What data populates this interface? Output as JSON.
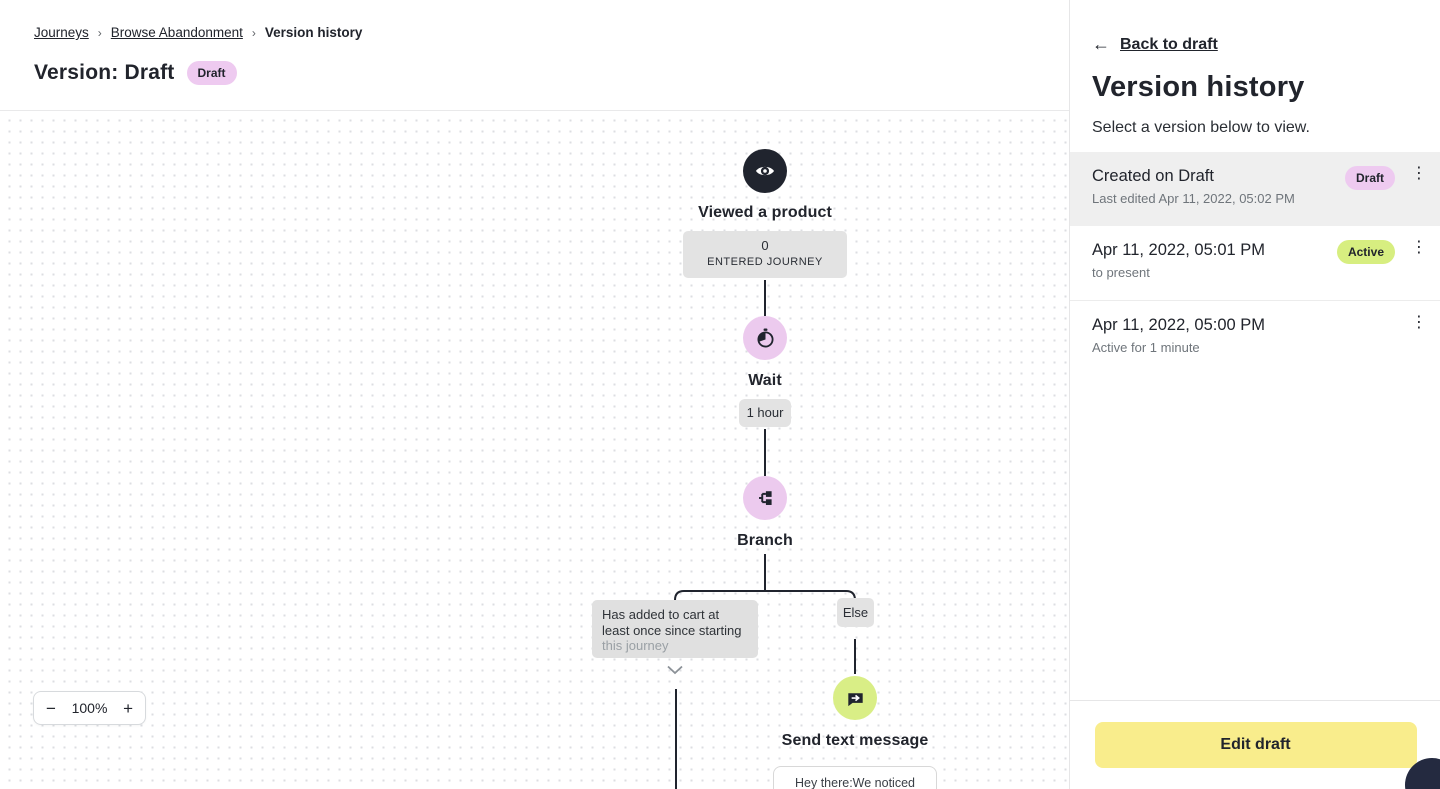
{
  "colors": {
    "accent_pink": "#eecaf0",
    "accent_lime": "#d9ee86",
    "button_yellow": "#f9ed8c",
    "node_dark": "#20242e",
    "gray_box": "#e3e3e3",
    "selected_row": "#efefef"
  },
  "breadcrumb": {
    "journeys": "Journeys",
    "flow": "Browse Abandonment",
    "current": "Version history",
    "separator": "›"
  },
  "header": {
    "title": "Version: Draft",
    "badge": "Draft"
  },
  "canvas": {
    "zoom_control": {
      "minus": "−",
      "level": "100%",
      "plus": "+"
    },
    "trigger_node": {
      "title": "Viewed a product",
      "stat_value": "0",
      "stat_label": "ENTERED JOURNEY",
      "icon": "eye-icon"
    },
    "wait_node": {
      "title": "Wait",
      "detail": "1 hour",
      "icon": "stopwatch-icon"
    },
    "branch_node": {
      "title": "Branch",
      "icon": "branch-icon",
      "condition_line1": "Has added to cart at",
      "condition_line2": "least once since starting",
      "condition_line3": "this journey",
      "else_label": "Else"
    },
    "sms_node": {
      "title": "Send text message",
      "icon": "message-icon",
      "preview": "Hey there:We noticed"
    }
  },
  "panel": {
    "back_arrow": "←",
    "back_link": "Back to draft",
    "title": "Version history",
    "subtitle": "Select a version below to view.",
    "kebab": "⋮",
    "versions": [
      {
        "title": "Created on Draft",
        "subtitle": "Last edited Apr 11, 2022, 05:02 PM",
        "badge": "Draft",
        "badge_color": "#eecaf0",
        "selected": true
      },
      {
        "title": "Apr 11, 2022, 05:01 PM",
        "subtitle": "to present",
        "badge": "Active",
        "badge_color": "#d7ee80",
        "selected": false
      },
      {
        "title": "Apr 11, 2022, 05:00 PM",
        "subtitle": "Active for 1 minute",
        "badge": "",
        "selected": false
      }
    ],
    "edit_button": "Edit draft"
  }
}
